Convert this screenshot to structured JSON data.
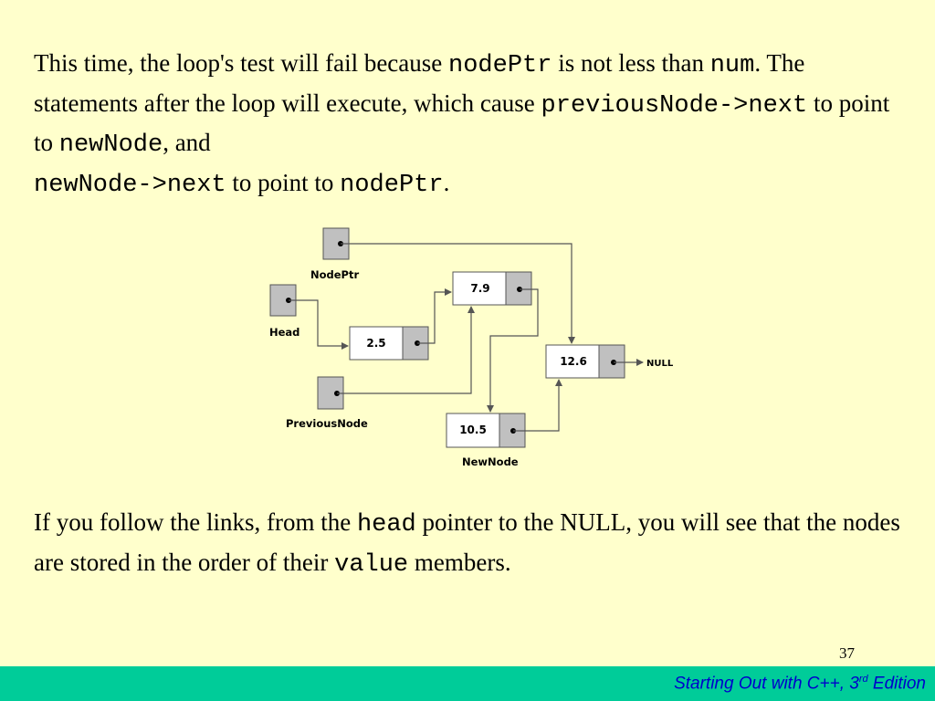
{
  "paragraph1": {
    "t1": "This time, the loop's test will fail because ",
    "c1": "nodePtr",
    "t2": " is not less than ",
    "c2": "num",
    "t3": ". The statements after the loop will execute, which cause ",
    "c3": "previousNode->next",
    "t4": " to point to ",
    "c4": "newNode",
    "t5": ", and ",
    "c5": "newNode->next",
    "t6": " to point to ",
    "c6": "nodePtr",
    "t7": "."
  },
  "diagram": {
    "labels": {
      "node_ptr": "NodePtr",
      "head": "Head",
      "previous_node": "PreviousNode",
      "new_node": "NewNode",
      "null": "NULL"
    },
    "nodes": {
      "node1": "2.5",
      "node2": "7.9",
      "node3": "12.6",
      "new_node": "10.5"
    },
    "colors": {
      "pointer_fill": "#c0c0c0",
      "node_fill": "#ffffff",
      "line": "#555555"
    }
  },
  "paragraph2": {
    "t1": "If you follow the links, from the ",
    "c1": "head",
    "t2": " pointer to the NULL, you will see that the nodes are stored in the order of their ",
    "c2": "value",
    "t3": " members."
  },
  "page_number": "37",
  "footer": {
    "book": "Starting Out with C++, 3",
    "superscript": "rd",
    "edition": " Edition"
  }
}
